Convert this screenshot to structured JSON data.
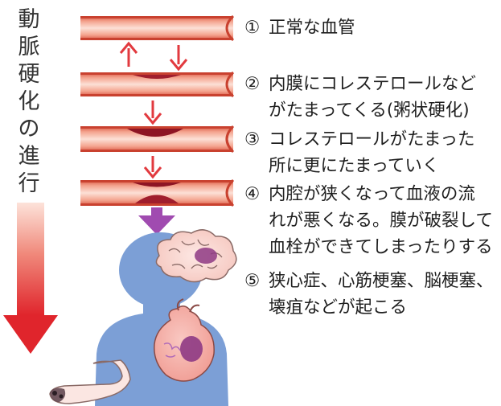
{
  "vertical_label": [
    "動",
    "脈",
    "硬",
    "化",
    "の",
    "進",
    "行"
  ],
  "steps": [
    {
      "num": "①",
      "lines": [
        "正常な血管"
      ]
    },
    {
      "num": "②",
      "lines": [
        "内膜にコレステロールなど",
        "がたまってくる(粥状硬化)"
      ]
    },
    {
      "num": "③",
      "lines": [
        "コレステロールがたまった",
        "所に更にたまっていく"
      ]
    },
    {
      "num": "④",
      "lines": [
        "内腔が狭くなって血液の流",
        "れが悪くなる。膜が破裂して",
        "血栓ができてしまったりする"
      ]
    },
    {
      "num": "⑤",
      "lines": [
        "狭心症、心筋梗塞、脳梗塞、",
        "壊疽などが起こる"
      ]
    }
  ],
  "colors": {
    "vessel_light": "#fbd2c6",
    "vessel_mid": "#ef8f7b",
    "vessel_dark": "#d24f3c",
    "plaque": "#8e1524",
    "arrow_red": "#e23a3f",
    "arrow_purple": "#a04bb0",
    "body_blue": "#7c9fd6"
  }
}
